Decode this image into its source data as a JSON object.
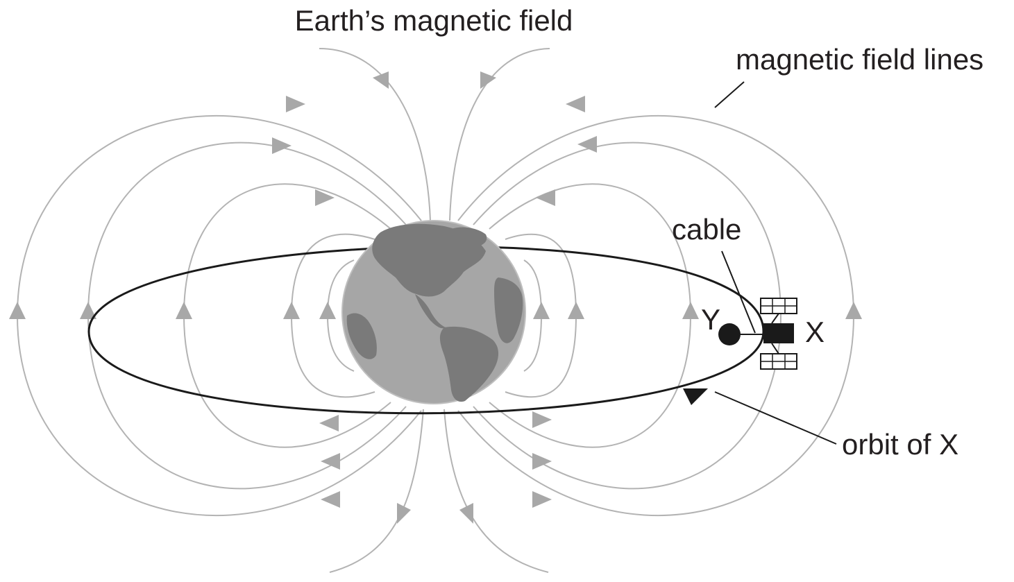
{
  "title": "Earth’s magnetic field",
  "labels": {
    "field_lines": "magnetic field lines",
    "cable": "cable",
    "satellite": "X",
    "mass": "Y",
    "orbit": "orbit of X"
  },
  "colors": {
    "field_line": "#b3b3b3",
    "arrow": "#a8a8a8",
    "ink": "#1a1a1a",
    "ocean": "#a6a6a6",
    "land": "#7a7a7a"
  }
}
